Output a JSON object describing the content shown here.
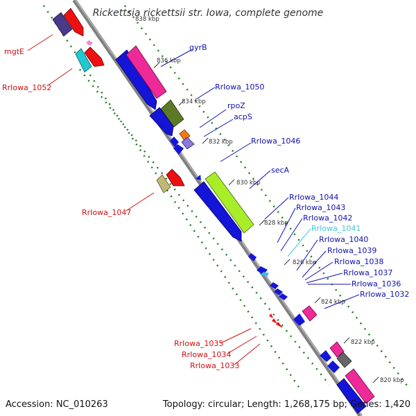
{
  "title": "Rickettsia rickettsii str. Iowa, complete genome",
  "footer": {
    "accession": "Accession: NC_010263",
    "topology": "Topology: circular; Length: 1,268,175 bp; Genes: 1,420"
  },
  "colors": {
    "backbone": "#808080",
    "forward_label": "#1010b0",
    "reverse_label": "#d01010",
    "highlight_label": "#40c8d8",
    "tick": "#1a7a1a"
  },
  "ticks": [
    "838 kbp",
    "836 kbp",
    "834 kbp",
    "832 kbp",
    "830 kbp",
    "828 kbp",
    "826 kbp",
    "824 kbp",
    "822 kbp",
    "820 kbp"
  ],
  "forward_labels": [
    "gyrB",
    "RrIowa_1050",
    "rpoZ",
    "acpS",
    "RrIowa_1046",
    "secA",
    "RrIowa_1044",
    "RrIowa_1043",
    "RrIowa_1042",
    "RrIowa_1041",
    "RrIowa_1040",
    "RrIowa_1039",
    "RrIowa_1038",
    "RrIowa_1037",
    "RrIowa_1036",
    "RrIowa_1032"
  ],
  "reverse_labels": [
    "mgtE",
    "RrIowa_1052",
    "RrIowa_1047",
    "RrIowa_1035",
    "RrIowa_1034",
    "RrIowa_1033"
  ]
}
